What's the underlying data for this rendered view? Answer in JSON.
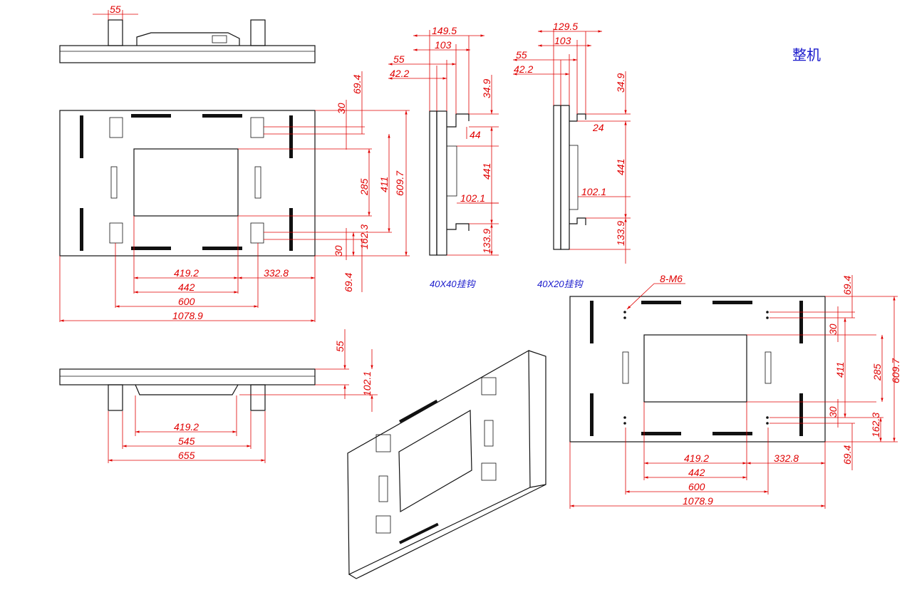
{
  "title": "整机",
  "hook_labels": {
    "h40x40": "40X40挂钩",
    "h40x20": "40X20挂钩"
  },
  "dimensions": {
    "top_view": {
      "w55": "55"
    },
    "front_view": {
      "w419_2": "419.2",
      "w332_8": "332.8",
      "w442": "442",
      "w600": "600",
      "w1078_9": "1078.9",
      "v30a": "30",
      "v69_4a": "69.4",
      "v285": "285",
      "v411": "411",
      "v609_7": "609.7",
      "v162_3": "162.3",
      "v30b": "30",
      "v69_4b": "69.4"
    },
    "side_40x40": {
      "w149_5": "149.5",
      "w103": "103",
      "w55": "55",
      "w42_2": "42.2",
      "v34_9": "34.9",
      "v44": "44",
      "v441": "441",
      "v102_1": "102.1",
      "v133_9": "133.9"
    },
    "side_40x20": {
      "w129_5": "129.5",
      "w103": "103",
      "w55": "55",
      "w42_2": "42.2",
      "v34_9": "34.9",
      "v24": "24",
      "v441": "441",
      "v102_1": "102.1",
      "v133_9": "133.9"
    },
    "bottom_view": {
      "v55": "55",
      "v102_1": "102.1",
      "w419_2": "419.2",
      "w545": "545",
      "w655": "655"
    },
    "rear_view": {
      "m6": "8-M6",
      "v69_4a": "69.4",
      "v30a": "30",
      "v411": "411",
      "v285": "285",
      "v609_7": "609.7",
      "v30b": "30",
      "v162_3": "162.3",
      "v69_4b": "69.4",
      "w419_2": "419.2",
      "w332_8": "332.8",
      "w442": "442",
      "w600": "600",
      "w1078_9": "1078.9"
    }
  }
}
